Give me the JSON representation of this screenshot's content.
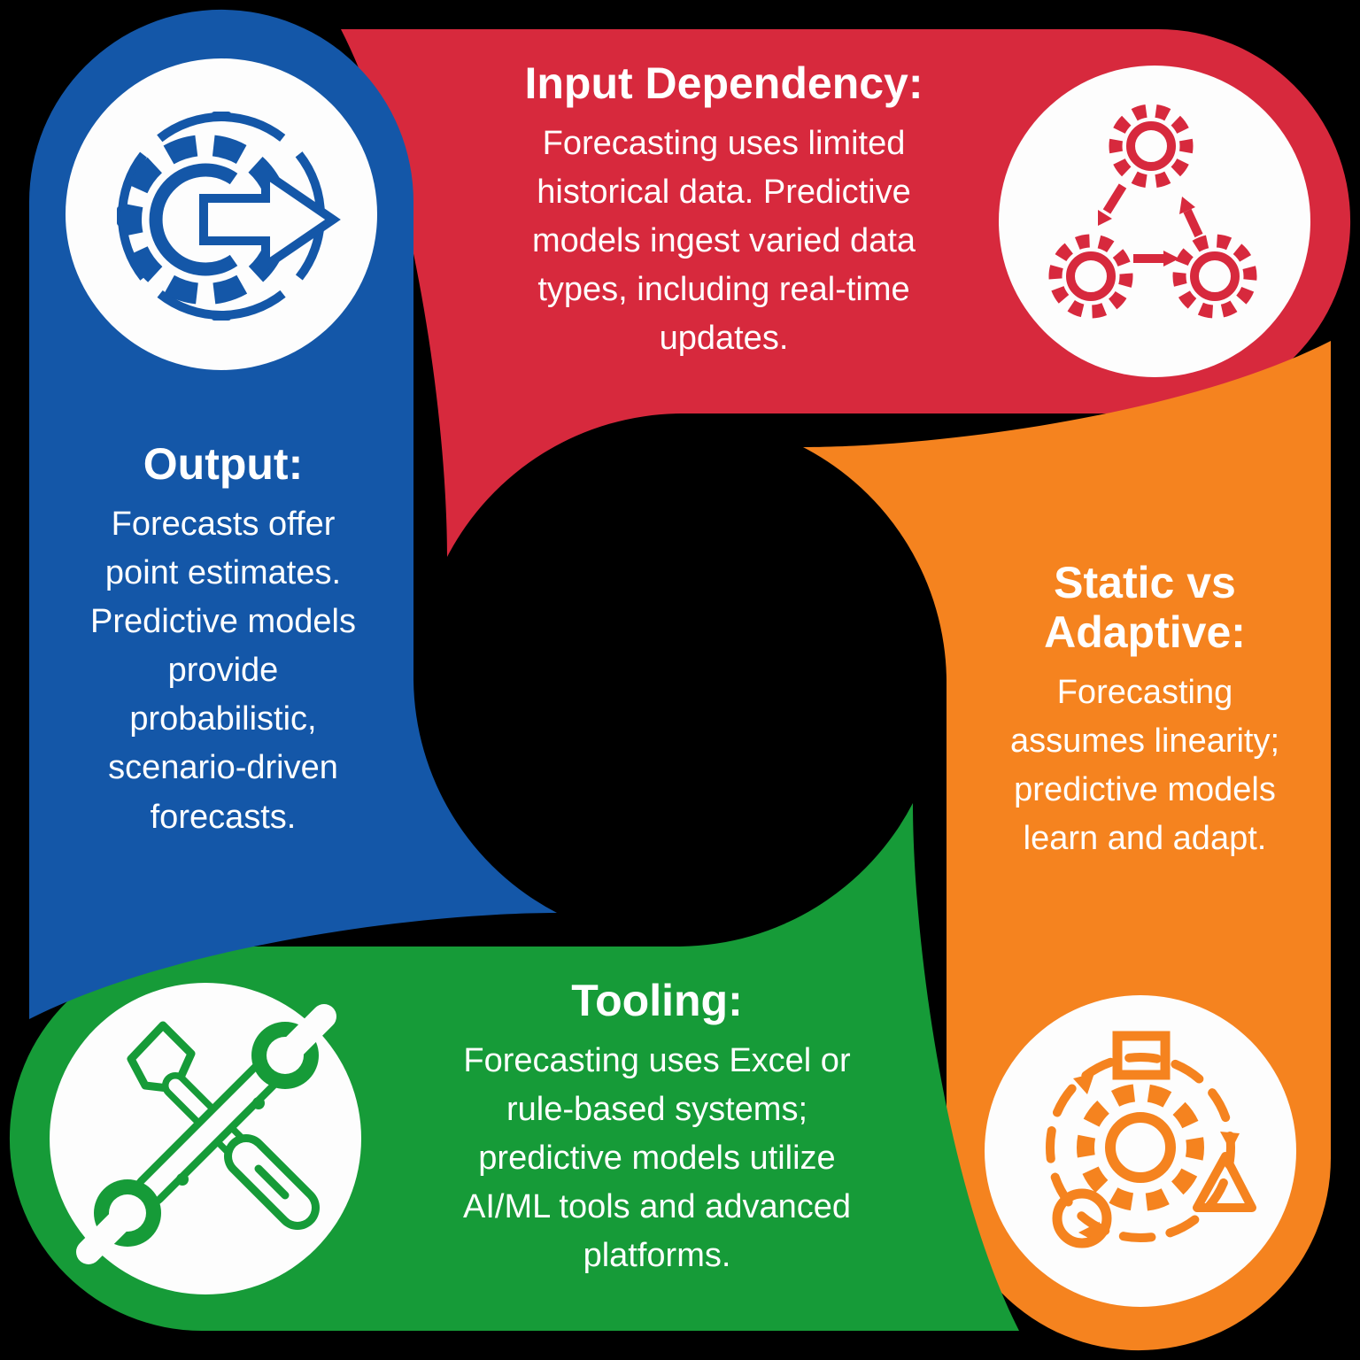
{
  "colors": {
    "blue": "#1457a8",
    "red": "#d7293d",
    "orange": "#f5831f",
    "green": "#169b38",
    "icon_bg": "#fdfdfd",
    "text": "#ffffff",
    "background": "#000000"
  },
  "diagram": {
    "type": "four-arm cycle infographic",
    "center_hole": "transparent circle at center"
  },
  "sections": [
    {
      "id": "output",
      "position": "left",
      "color_key": "blue",
      "icon": "gear-arrow-icon",
      "heading": "Output:",
      "body": "Forecasts offer\npoint estimates.\nPredictive models\nprovide\nprobabilistic,\nscenario-driven\nforecasts."
    },
    {
      "id": "input-dependency",
      "position": "top",
      "color_key": "red",
      "icon": "linked-gears-icon",
      "heading": "Input Dependency:",
      "body": "Forecasting uses limited\nhistorical data. Predictive\nmodels ingest varied data\ntypes, including real-time\nupdates."
    },
    {
      "id": "static-vs-adaptive",
      "position": "right",
      "color_key": "orange",
      "icon": "adaptive-gear-cycle-icon",
      "heading": "Static vs\nAdaptive:",
      "body": "Forecasting\nassumes linearity;\npredictive models\nlearn and adapt."
    },
    {
      "id": "tooling",
      "position": "bottom",
      "color_key": "green",
      "icon": "crossed-tools-icon",
      "heading": "Tooling:",
      "body": "Forecasting uses Excel or\nrule-based systems;\npredictive models utilize\nAI/ML tools and advanced\nplatforms."
    }
  ]
}
